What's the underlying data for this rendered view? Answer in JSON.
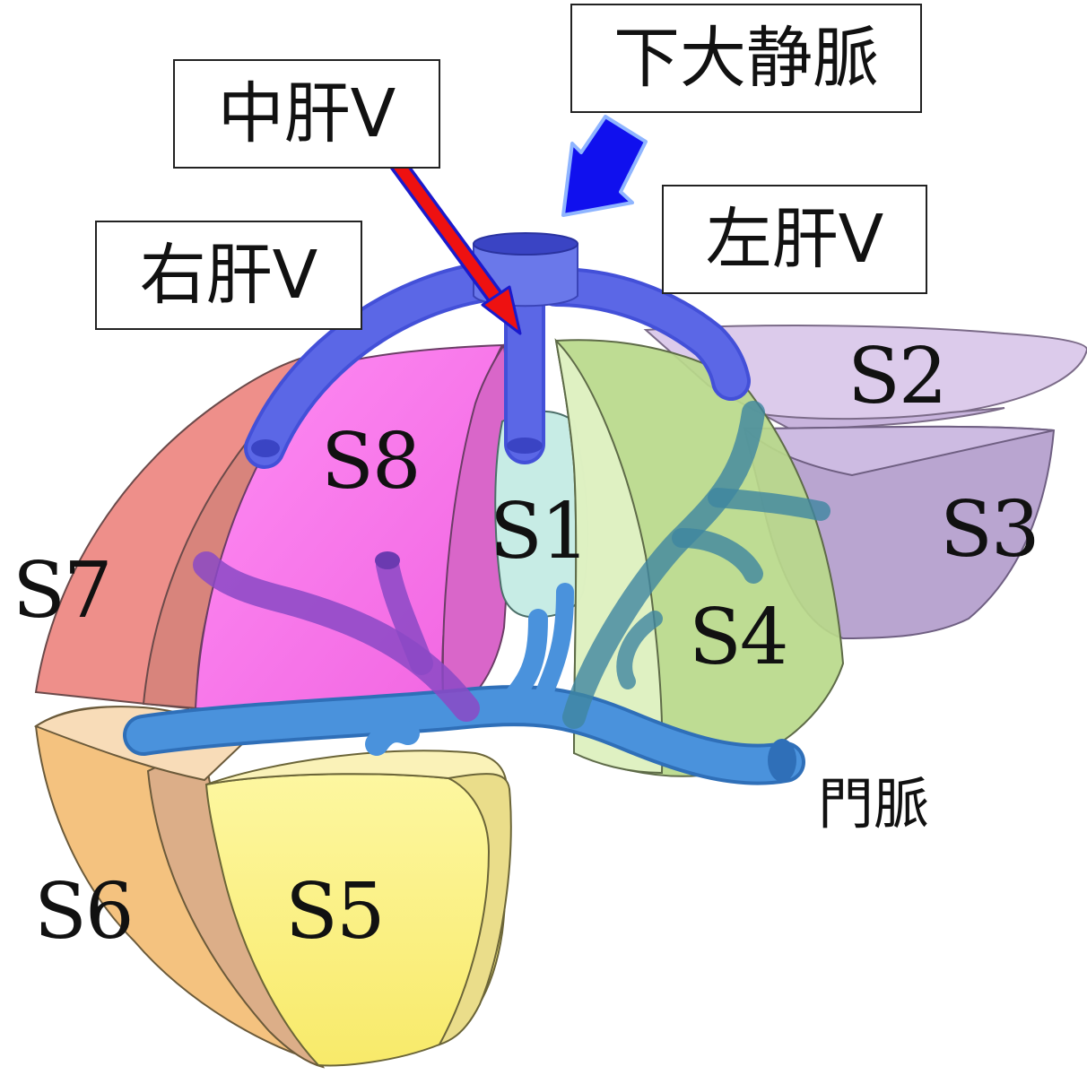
{
  "labels": {
    "ivc": "下大静脈",
    "mhv": "中肝V",
    "rhv": "右肝V",
    "lhv": "左肝V",
    "portal": "門脈"
  },
  "segments": {
    "s1": "S1",
    "s2": "S2",
    "s3": "S3",
    "s4": "S4",
    "s5": "S5",
    "s6": "S6",
    "s7": "S7",
    "s8": "S8"
  },
  "colors": {
    "s1": "#c9f0ea",
    "s2": "#d9c8ea",
    "s3": "#b7a4cf",
    "s4": "#b8d98a",
    "s5": "#fbf17a",
    "s6": "#f4c27f",
    "s7": "#ee8f8a",
    "s8": "#f779e9",
    "hepatic_vein": "#5b67e6",
    "portal_vein": "#3f86d4",
    "ivc_arrow": "#1010ee",
    "mhv_arrow": "#ee1111"
  }
}
